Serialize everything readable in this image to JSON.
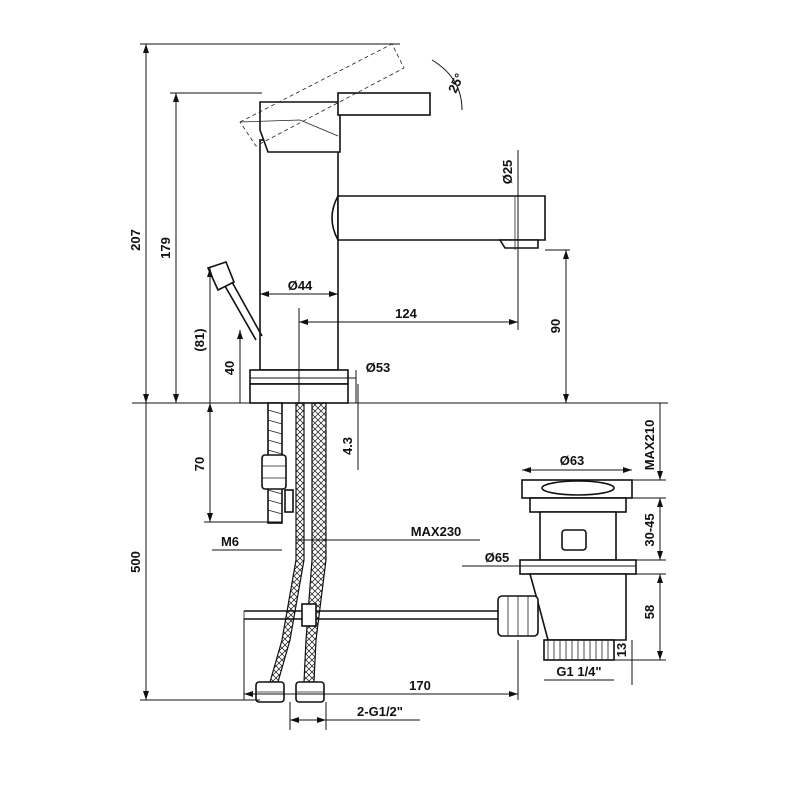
{
  "dimensions": {
    "d207": "207",
    "d179": "179",
    "d81": "(81)",
    "d40": "40",
    "d25deg": "25°",
    "dia25": "Ø25",
    "dia44": "Ø44",
    "d124": "124",
    "d90": "90",
    "dia53": "Ø53",
    "d4_3": "4.3",
    "d70": "70",
    "m6": "M6",
    "max230": "MAX230",
    "d500": "500",
    "dia63": "Ø63",
    "max210": "MAX210",
    "d30_45": "30-45",
    "dia65": "Ø65",
    "d58": "58",
    "d13": "13",
    "g1_1_4": "G1 1/4\"",
    "d170": "170",
    "g1_2": "2-G1/2\""
  }
}
